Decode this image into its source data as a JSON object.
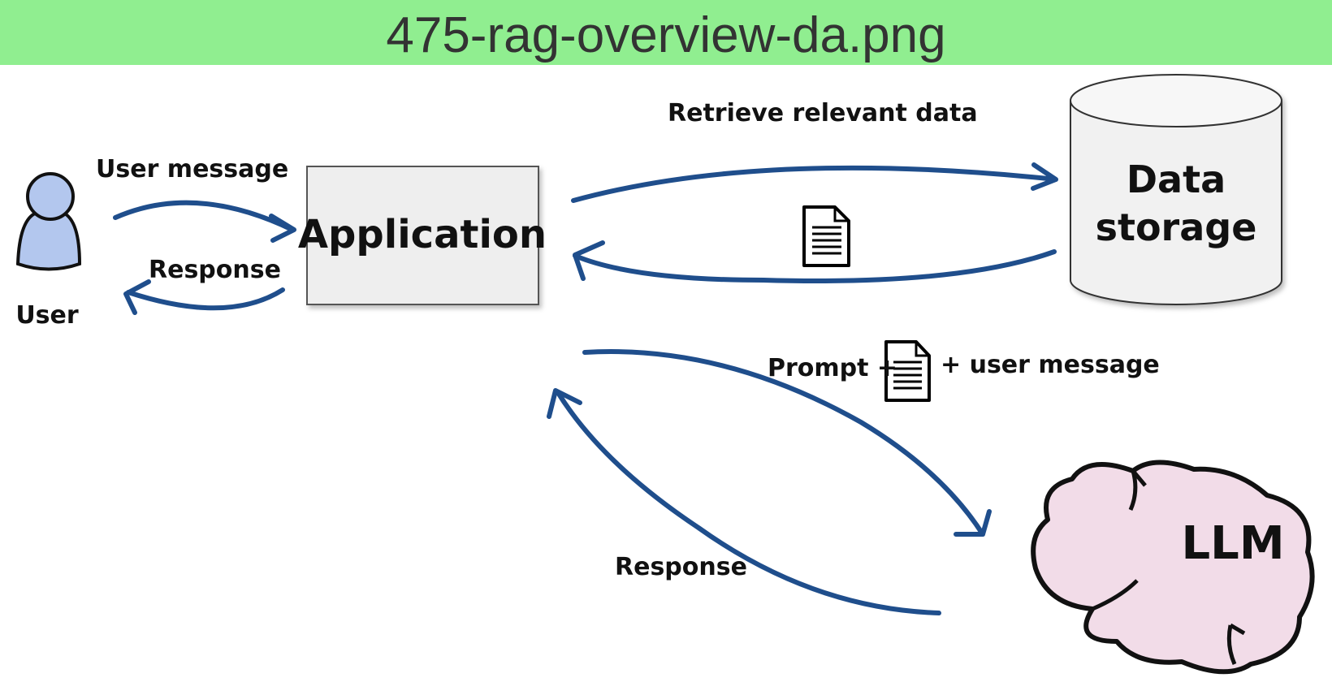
{
  "title": "475-rag-overview-da.png",
  "colors": {
    "banner": "#90ee90",
    "arrow": "#1f4e8c",
    "user_fill": "#b3c7ee",
    "box_fill": "#eeeeee",
    "db_fill": "#f1f1f1",
    "llm_fill": "#f2dce8"
  },
  "nodes": {
    "user": "User",
    "application": "Application",
    "data_storage_line1": "Data",
    "data_storage_line2": "storage",
    "llm": "LLM"
  },
  "edges": {
    "user_message": "User message",
    "response_to_user": "Response",
    "retrieve": "Retrieve relevant data",
    "prompt_left": "Prompt +",
    "prompt_right": "+ user message",
    "response_from_llm": "Response"
  },
  "icons": [
    "document-icon",
    "document-icon",
    "user-icon",
    "database-icon",
    "brain-icon"
  ]
}
